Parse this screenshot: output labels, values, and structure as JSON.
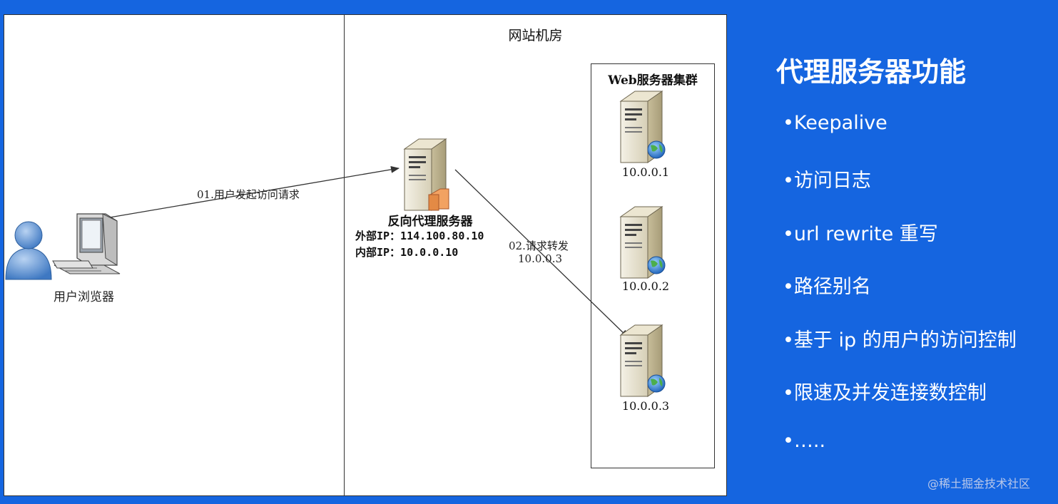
{
  "diagram": {
    "room_title": "网站机房",
    "cluster_title": "Web服务器集群",
    "user_label": "用户浏览器",
    "proxy": {
      "name": "反向代理服务器",
      "external_ip": "外部IP：114.100.80.10",
      "internal_ip": "内部IP：10.0.0.10"
    },
    "arrow1_label": "01.用户发起访问请求",
    "arrow2_label_line1": "02.请求转发",
    "arrow2_label_line2": "10.0.0.3",
    "servers": [
      {
        "ip": "10.0.0.1"
      },
      {
        "ip": "10.0.0.2"
      },
      {
        "ip": "10.0.0.3"
      }
    ]
  },
  "panel": {
    "title": "代理服务器功能",
    "items": [
      "•Keepalive",
      "•访问日志",
      "•url rewrite 重写",
      "•路径别名",
      "•基于 ip 的用户的访问控制",
      "•限速及并发连接数控制",
      "•….."
    ]
  },
  "watermark": "@稀土掘金技术社区",
  "colors": {
    "background": "#1565e0",
    "panel_text": "#ffffff"
  }
}
